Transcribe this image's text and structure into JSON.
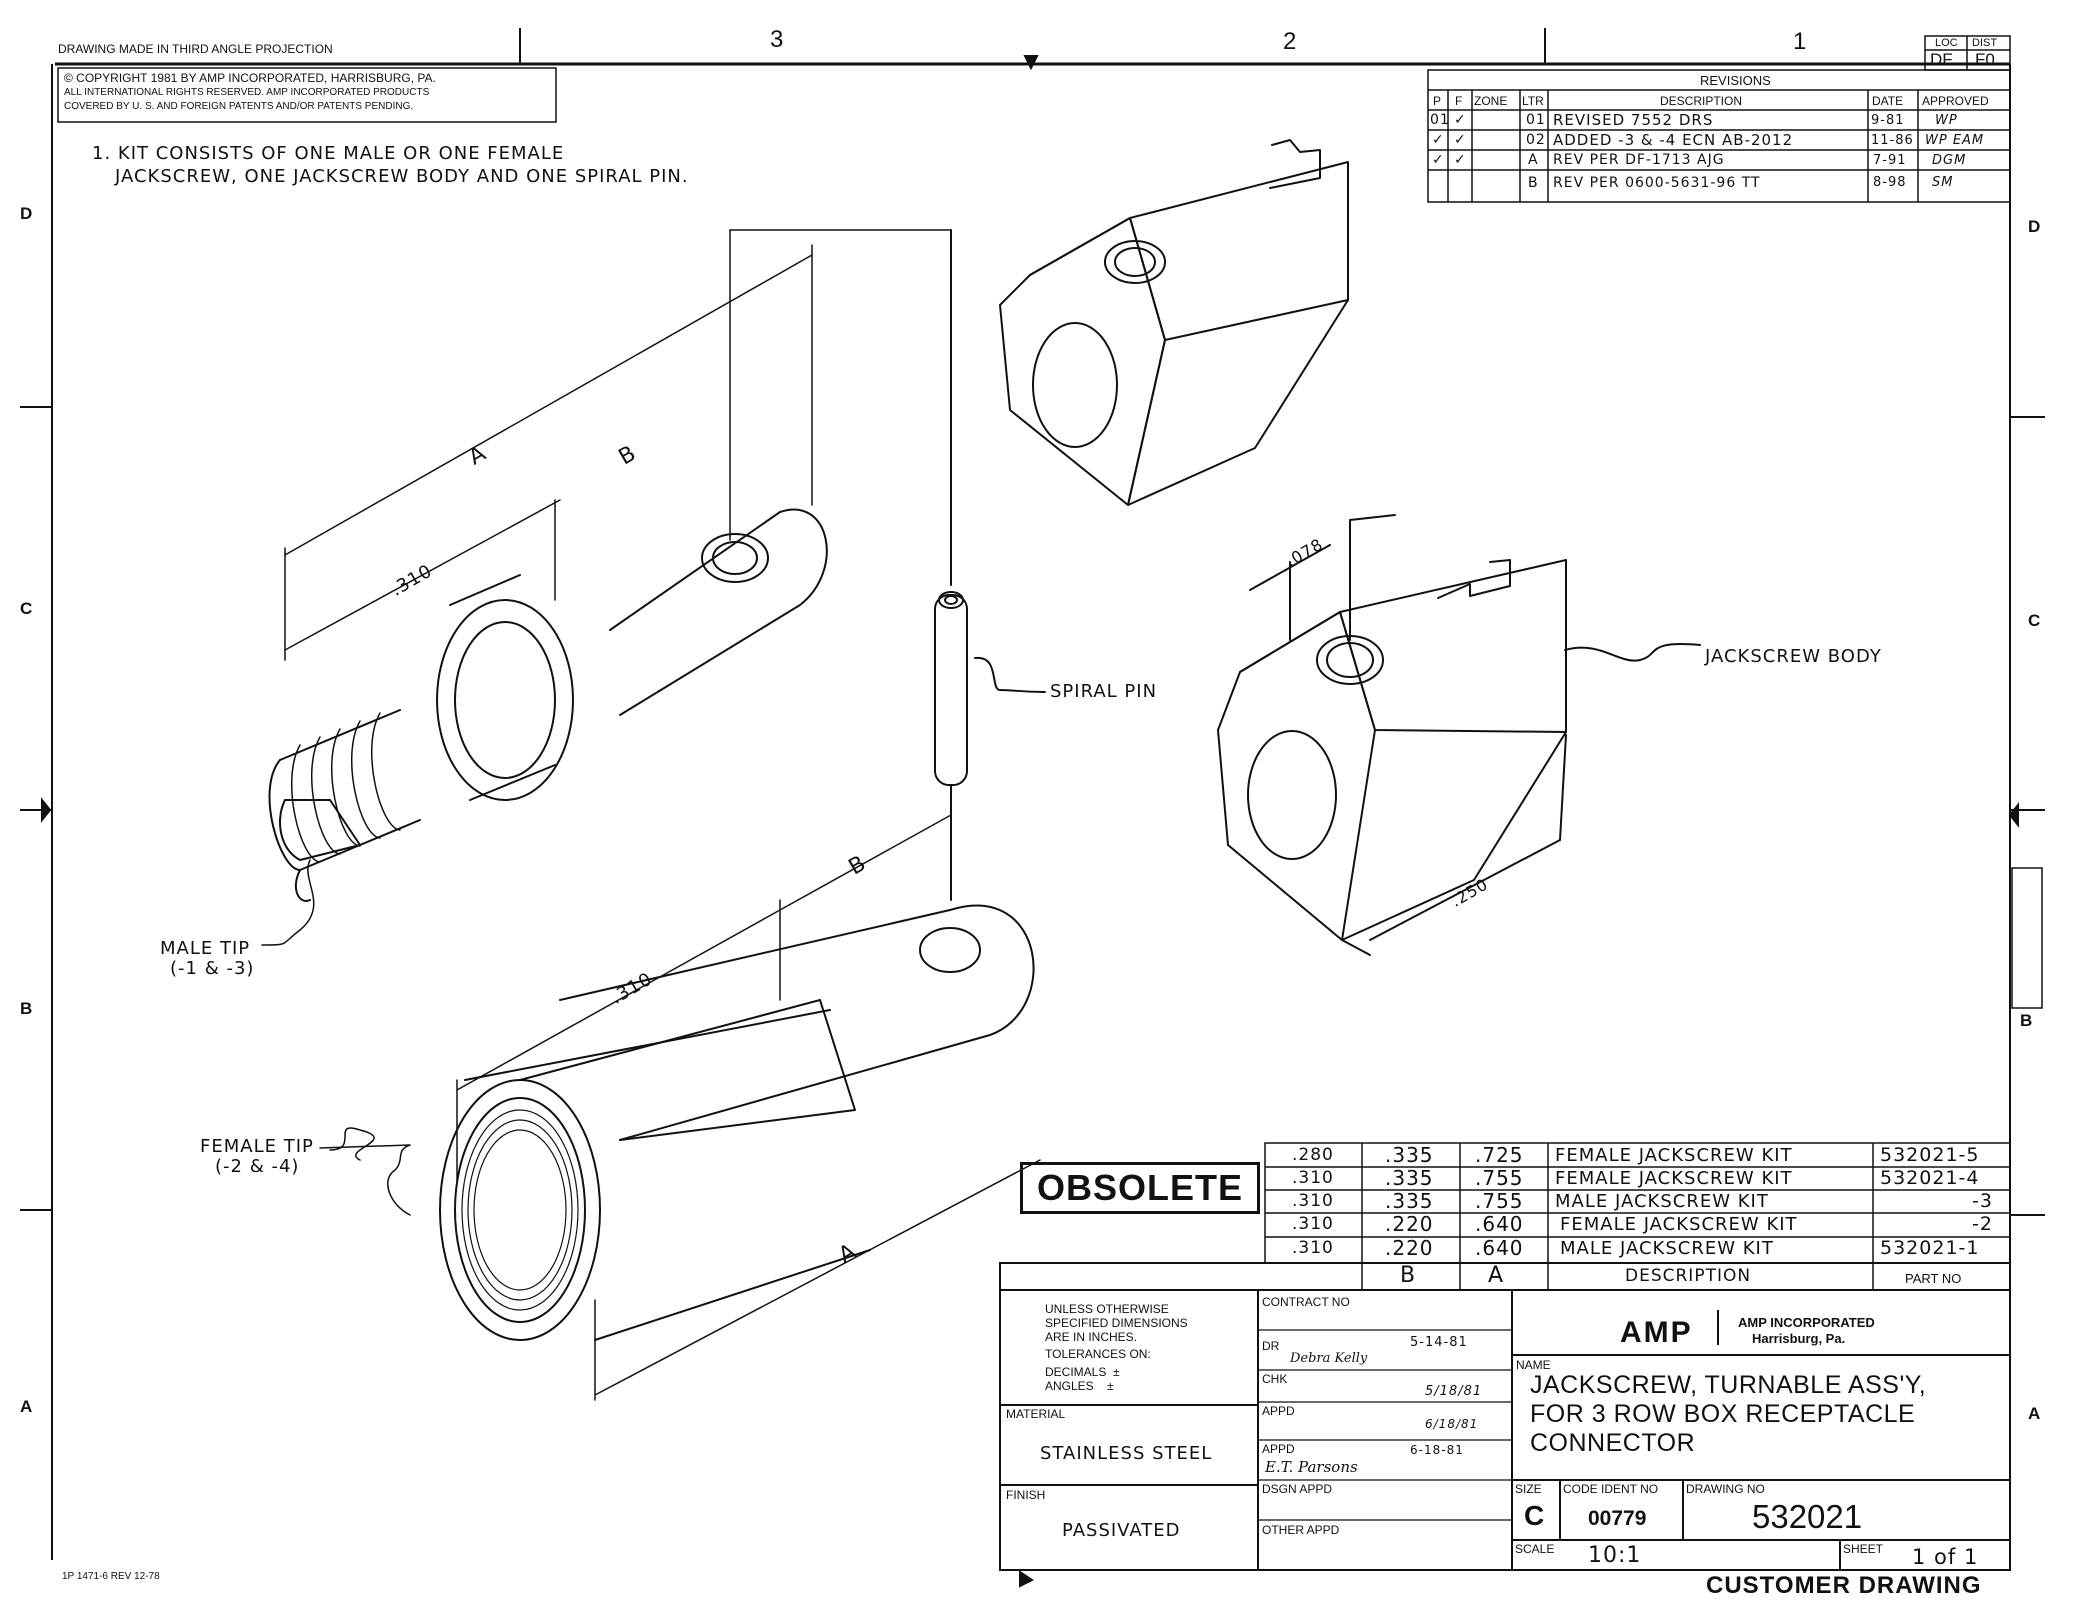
{
  "header": {
    "projection_note": "DRAWING MADE IN THIRD ANGLE PROJECTION",
    "zone_cols": [
      "3",
      "2",
      "1"
    ],
    "zone_rows_left": [
      "D",
      "C",
      "B",
      "A"
    ],
    "zone_rows_right": [
      "D",
      "C",
      "B",
      "A"
    ],
    "loc_label": "LOC",
    "loc_value": "DF",
    "dist_label": "DIST",
    "dist_value": "F0"
  },
  "copyright": {
    "line1": "© COPYRIGHT 1981   BY AMP INCORPORATED, HARRISBURG, PA.",
    "line2": "ALL INTERNATIONAL RIGHTS RESERVED. AMP INCORPORATED PRODUCTS",
    "line3": "COVERED BY U. S. AND FOREIGN PATENTS AND/OR PATENTS PENDING."
  },
  "note": {
    "line1": "1. KIT CONSISTS OF ONE MALE OR ONE FEMALE",
    "line2": "JACKSCREW, ONE JACKSCREW BODY AND ONE SPIRAL PIN."
  },
  "revisions": {
    "title": "REVISIONS",
    "headers": [
      "P",
      "F",
      "ZONE",
      "LTR",
      "DESCRIPTION",
      "DATE",
      "APPROVED"
    ],
    "rows": [
      {
        "p": "01",
        "f": "✓",
        "ltr": "01",
        "desc": "REVISED        7552   DRS",
        "date": "9-81",
        "appr": "WP"
      },
      {
        "p": "✓",
        "f": "✓",
        "ltr": "02",
        "desc": "ADDED -3 & -4  ECN AB-2012",
        "date": "11-86",
        "appr": "WP EAM"
      },
      {
        "p": "✓",
        "f": "✓",
        "ltr": "A",
        "desc": "REV PER DF-1713      AJG",
        "date": "7-91",
        "appr": "DGM"
      },
      {
        "p": "",
        "f": "",
        "ltr": "B",
        "desc": "REV PER 0600-5631-96    TT",
        "date": "8-98",
        "appr": "SM"
      }
    ]
  },
  "labels": {
    "dim_a": "A",
    "dim_b": "B",
    "dim_310": ".310",
    "dim_078": ".078",
    "dim_250": ".250",
    "spiral_pin": "SPIRAL PIN",
    "jackscrew_body": "JACKSCREW BODY",
    "male_tip_1": "MALE TIP",
    "male_tip_2": "(-1 & -3)",
    "female_tip_1": "FEMALE TIP",
    "female_tip_2": "(-2 & -4)"
  },
  "obsolete": "OBSOLETE",
  "parts_table": {
    "rows": [
      {
        "b_col": ".280",
        "c_col": ".335",
        "a_col": ".725",
        "desc": "FEMALE JACKSCREW KIT",
        "part": "532021-5"
      },
      {
        "b_col": ".310",
        "c_col": ".335",
        "a_col": ".755",
        "desc": "FEMALE JACKSCREW KIT",
        "part": "532021-4"
      },
      {
        "b_col": ".310",
        "c_col": ".335",
        "a_col": ".755",
        "desc": "MALE JACKSCREW KIT",
        "part": "-3"
      },
      {
        "b_col": ".310",
        "c_col": ".220",
        "a_col": ".640",
        "desc": "FEMALE JACKSCREW KIT",
        "part": "-2"
      },
      {
        "b_col": ".310",
        "c_col": ".220",
        "a_col": ".640",
        "desc": "MALE JACKSCREW KIT",
        "part": "532021-1"
      }
    ],
    "footer_b": "B",
    "footer_a": "A",
    "footer_desc": "DESCRIPTION",
    "footer_part": "PART NO"
  },
  "title_block": {
    "tol_1": "UNLESS OTHERWISE",
    "tol_2": "SPECIFIED DIMENSIONS",
    "tol_3": "ARE IN INCHES.",
    "tol_4": "TOLERANCES ON:",
    "tol_5": "DECIMALS  ±",
    "tol_6": "ANGLES    ±",
    "material_label": "MATERIAL",
    "material": "STAINLESS STEEL",
    "finish_label": "FINISH",
    "finish": "PASSIVATED",
    "contract_label": "CONTRACT NO",
    "dr_label": "DR",
    "dr_name": "Debra Kelly",
    "dr_date": "5-14-81",
    "chk_label": "CHK",
    "chk_date": "5/18/81",
    "appd1_label": "APPD",
    "appd1_date": "6/18/81",
    "appd2_label": "APPD",
    "appd2_name": "E.T. Parsons",
    "appd2_date": "6-18-81",
    "dsgn_label": "DSGN APPD",
    "other_label": "OTHER APPD",
    "company_logo": "AMP",
    "company_name": "AMP INCORPORATED",
    "company_city": "Harrisburg, Pa.",
    "name_label": "NAME",
    "name_1": "JACKSCREW, TURNABLE ASS'Y,",
    "name_2": "FOR 3 ROW BOX RECEPTACLE",
    "name_3": "CONNECTOR",
    "size_label": "SIZE",
    "size": "C",
    "code_label": "CODE IDENT NO",
    "code": "00779",
    "dwg_label": "DRAWING NO",
    "dwg": "532021",
    "scale_label": "SCALE",
    "scale": "10:1",
    "sheet_label": "SHEET",
    "sheet": "1 of 1"
  },
  "footer": {
    "customer_drawing": "CUSTOMER DRAWING",
    "form_no": "1P 1471-6  REV 12-78"
  }
}
